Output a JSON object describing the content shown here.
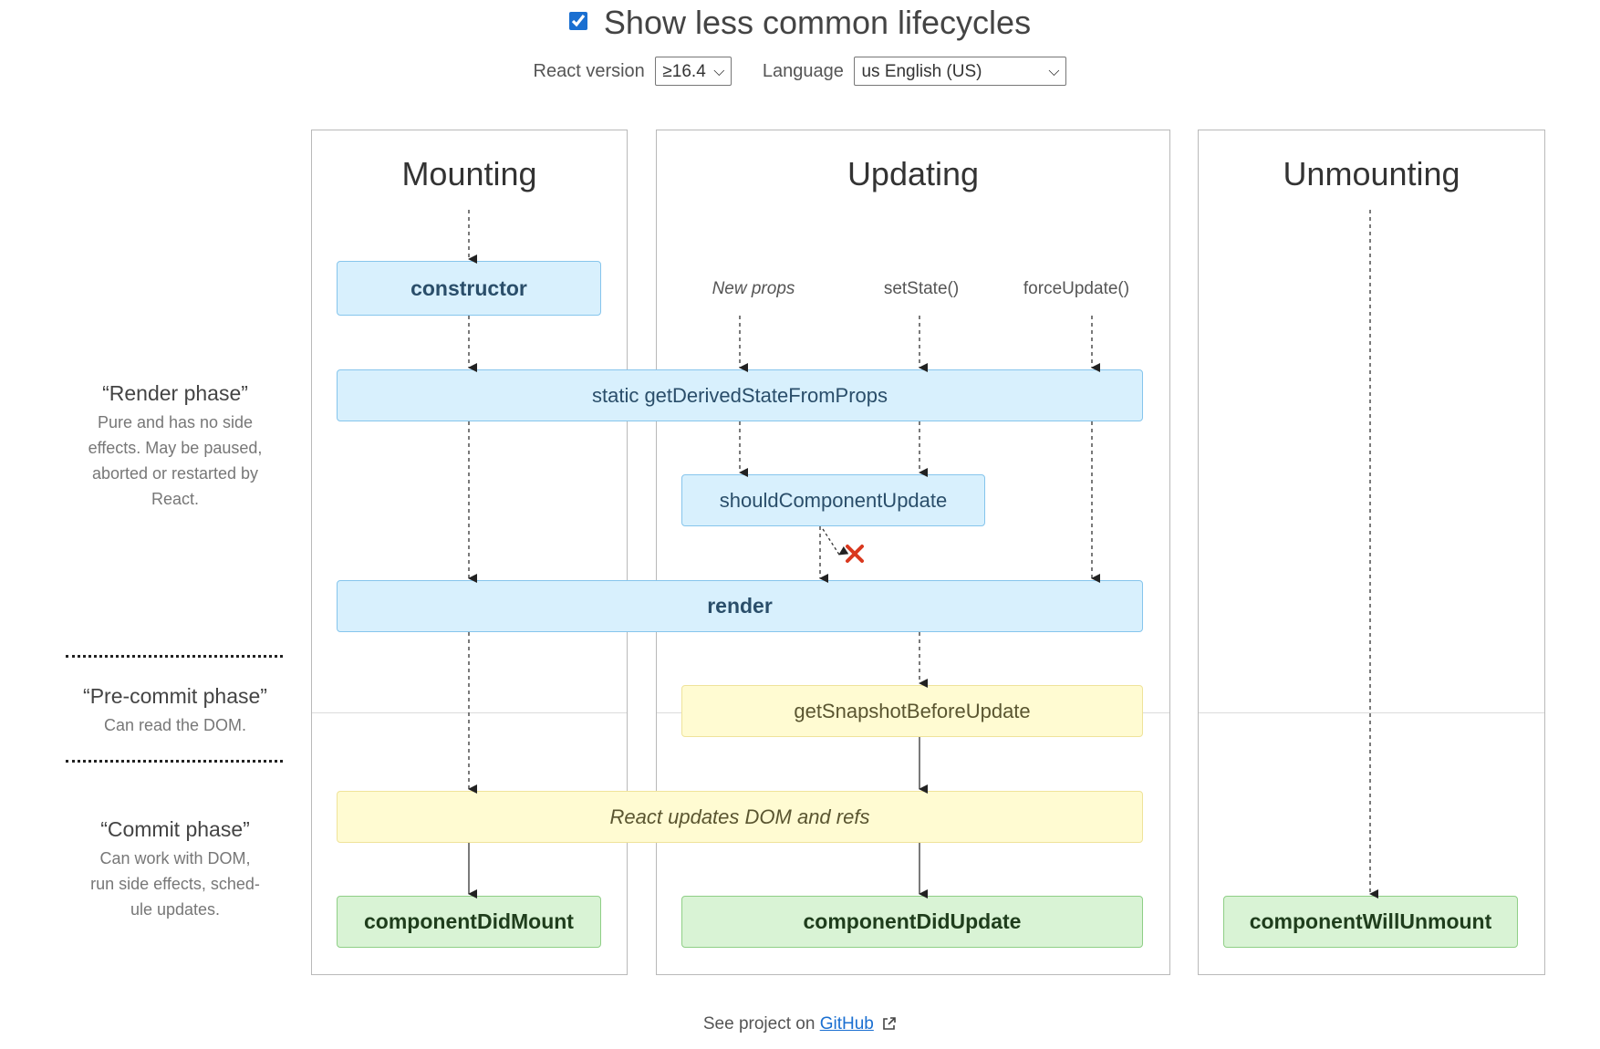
{
  "controls": {
    "checkbox_label": "Show less common lifecycles",
    "checkbox_checked": true,
    "version_label": "React version",
    "version_value": "≥16.4",
    "language_label": "Language",
    "language_value": "us English (US)"
  },
  "columns": {
    "mounting": "Mounting",
    "updating": "Updating",
    "unmounting": "Unmounting"
  },
  "triggers": {
    "new_props": "New props",
    "set_state": "setState()",
    "force_update": "forceUpdate()"
  },
  "nodes": {
    "constructor": "constructor",
    "get_derived": "static getDerivedStateFromProps",
    "should_update": "shouldComponentUpdate",
    "render": "render",
    "snapshot": "getSnapshotBeforeUpdate",
    "dom_refs": "React updates DOM and refs",
    "did_mount": "componentDidMount",
    "did_update": "componentDidUpdate",
    "will_unmount": "componentWillUnmount"
  },
  "phases": {
    "render_title": "“Render phase”",
    "render_desc_1": "Pure and has no side",
    "render_desc_2": "effects. May be paused,",
    "render_desc_3": "aborted or restarted by",
    "render_desc_4": "React.",
    "precommit_title": "“Pre-commit phase”",
    "precommit_desc": "Can read the DOM.",
    "commit_title": "“Commit phase”",
    "commit_desc_1": "Can work with DOM,",
    "commit_desc_2": "run side effects, sched-",
    "commit_desc_3": "ule updates."
  },
  "footer": {
    "prefix": "See project on",
    "link": "GitHub",
    "link_icon": "external-link-icon"
  },
  "colors": {
    "blue_fill": "#d8f0fd",
    "yellow_fill": "#fffbd2",
    "green_fill": "#d9f3d5",
    "cancel_x": "#d9381e"
  }
}
